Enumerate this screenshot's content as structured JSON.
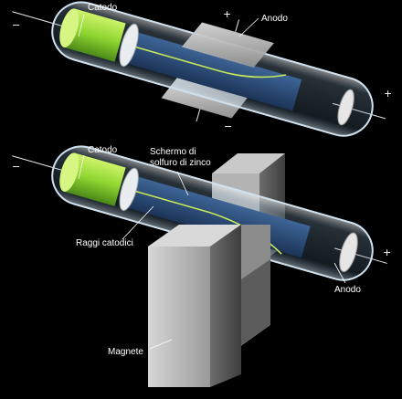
{
  "tube1": {
    "cathode_label": "Catodo",
    "anode_label": "Anodo",
    "plate_top_sign": "+",
    "plate_bottom_sign": "−",
    "left_terminal_sign": "−",
    "right_terminal_sign": "+"
  },
  "tube2": {
    "cathode_label": "Catodo",
    "screen_label_line1": "Schermo di",
    "screen_label_line2": "solfuro di zinco",
    "rays_label": "Raggi catodici",
    "anode_label": "Anodo",
    "magnet_label": "Magnete",
    "left_terminal_sign": "−",
    "right_terminal_sign": "+"
  },
  "colors": {
    "background": "#000000",
    "cathode_green": "#9be03a",
    "beam_green": "#c8e85a",
    "screen_blue": "#2b4a78",
    "glass": "#bfd6ea",
    "metal": "#a9a9a9"
  }
}
